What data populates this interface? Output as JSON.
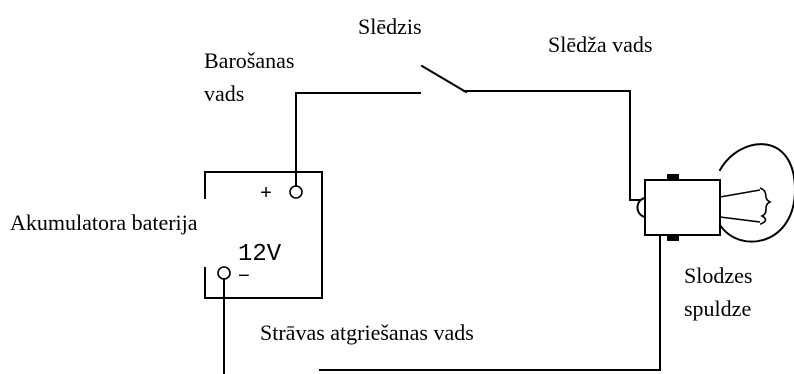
{
  "labels": {
    "switch": "Slēdzis",
    "supply_wire_line1": "Barošanas",
    "supply_wire_line2": "vads",
    "switch_wire": "Slēdža vads",
    "battery": "Akumulatora baterija",
    "lamp_line1": "Slodzes",
    "lamp_line2": "spuldze",
    "return_wire": "Strāvas atgriešanas vads"
  },
  "battery": {
    "voltage": "12V",
    "positive_sign": "+",
    "negative_sign": "−"
  }
}
